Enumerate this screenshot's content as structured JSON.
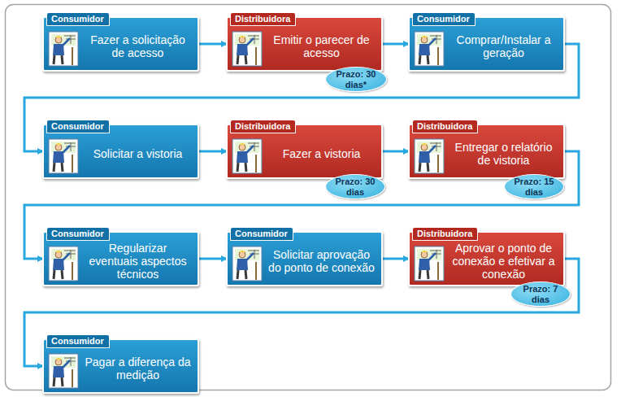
{
  "diagram": {
    "nodes": [
      {
        "text": [
          "Consumidor",
          "Fazer a solicitação de acesso"
        ]
      },
      {
        "text": [
          "Distribuidora",
          "Emitir o parecer de acesso"
        ]
      },
      {
        "text": [
          "Prazo: 30 dias*"
        ]
      },
      {
        "text": [
          "Consumidor",
          "Comprar/Instalar a geração"
        ]
      },
      {
        "text": [
          "Consumidor",
          "Solicitar a vistoria"
        ]
      },
      {
        "text": [
          "Distribuidora",
          "Fazer a vistoria"
        ]
      },
      {
        "text": [
          "Prazo: 30 dias"
        ]
      },
      {
        "text": [
          "Distribuidora",
          "Entregar o relatório de vistoria"
        ]
      },
      {
        "text": [
          "Prazo: 15 dias"
        ]
      },
      {
        "text": [
          "Consumidor",
          "Regularizar eventuais aspectos técnicos"
        ]
      },
      {
        "text": [
          "Consumidor",
          "Solicitar aprovação do ponto de conexão"
        ]
      },
      {
        "text": [
          "Distribuidora",
          "Aprovar o ponto de conexão e efetivar a conexão"
        ]
      },
      {
        "text": [
          "Prazo: 7 dias"
        ]
      },
      {
        "text": [
          "Consumidor",
          "Pagar a diferença da medição"
        ]
      }
    ],
    "edges": [
      {
        "from": 0,
        "to": 1,
        "arrow": "to"
      },
      {
        "from": 1,
        "to": 3,
        "arrow": "to"
      },
      {
        "from": 3,
        "to": 4,
        "arrow": "to"
      },
      {
        "from": 4,
        "to": 5,
        "arrow": "to"
      },
      {
        "from": 5,
        "to": 7,
        "arrow": "to"
      },
      {
        "from": 7,
        "to": 9,
        "arrow": "to"
      },
      {
        "from": 9,
        "to": 10,
        "arrow": "to"
      },
      {
        "from": 10,
        "to": 11,
        "arrow": "to"
      },
      {
        "from": 11,
        "to": 13,
        "arrow": "to"
      }
    ]
  }
}
